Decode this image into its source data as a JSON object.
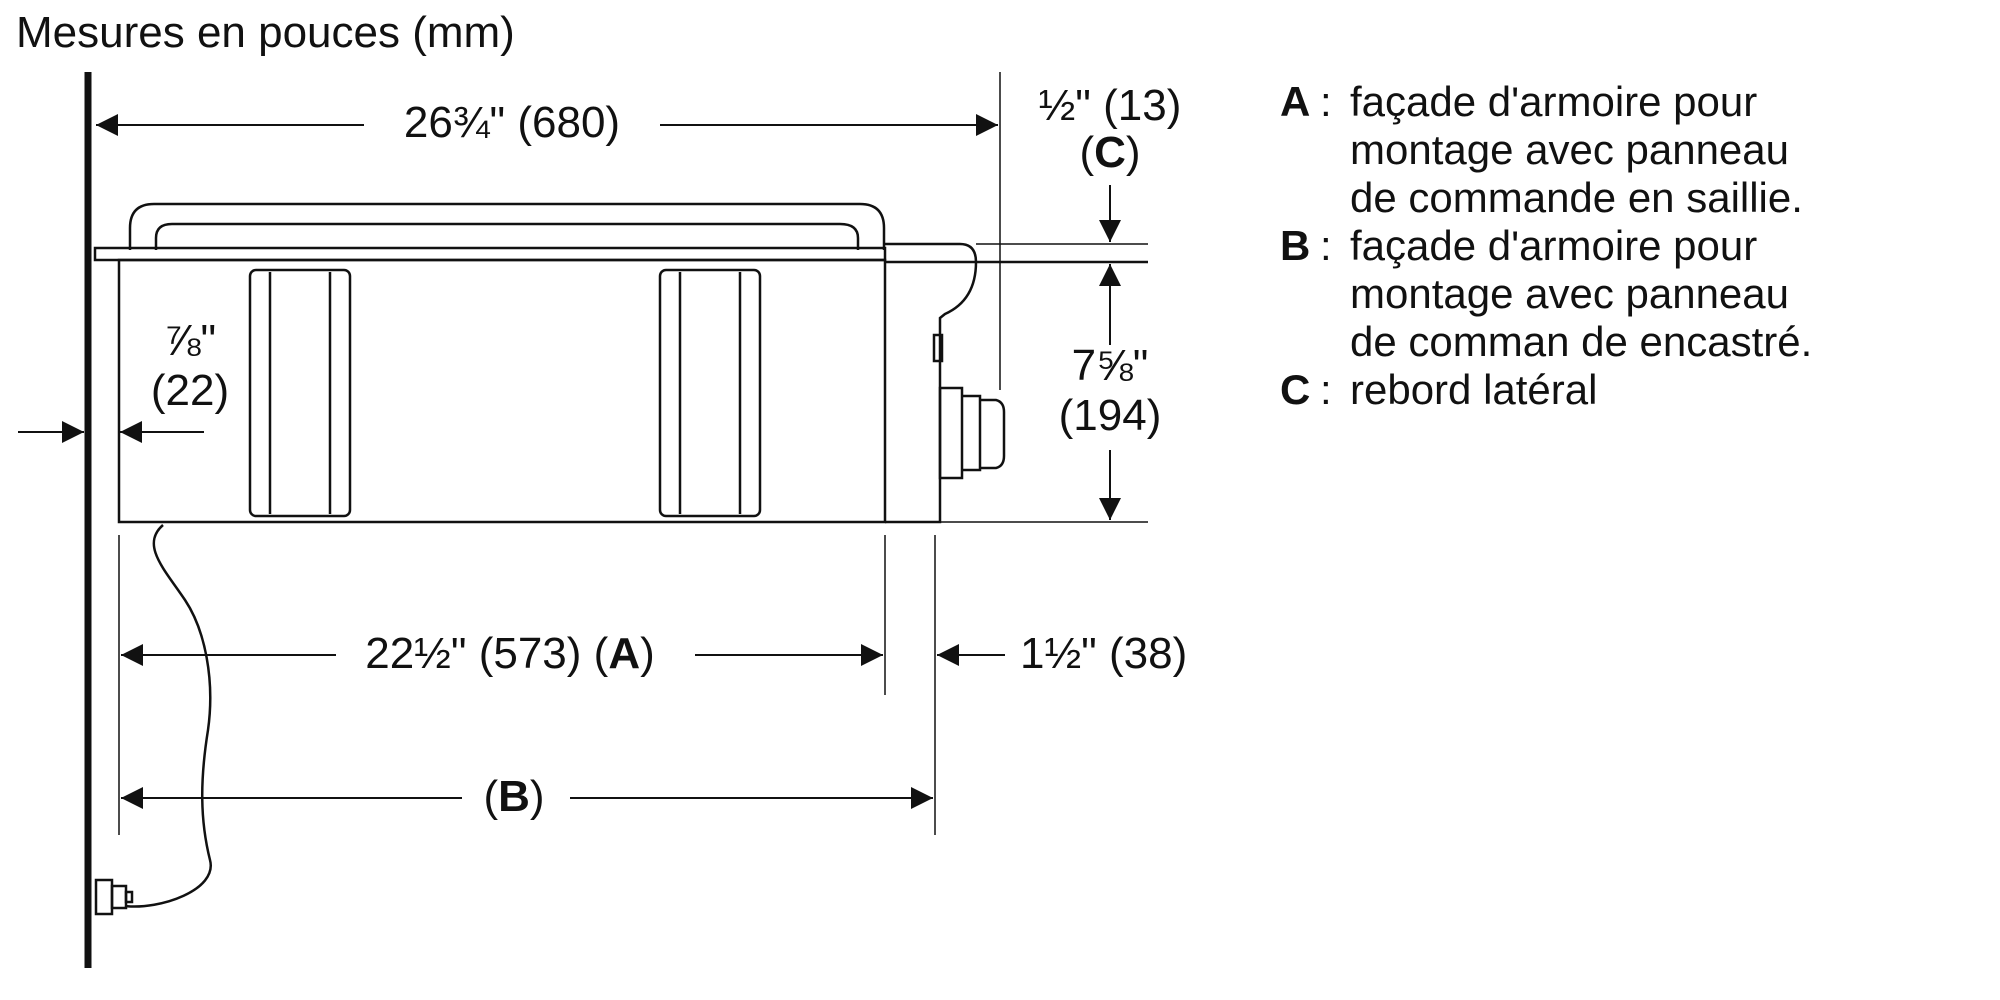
{
  "title": "Mesures en pouces (mm)",
  "dimensions": {
    "overall_width": "26¾\" (680)",
    "flange_top": "½\" (13)",
    "flange_label_open": "(",
    "flange_label_key": "C",
    "flange_label_close": ")",
    "height_frac": "7⅝\"",
    "height_mm": "(194)",
    "left_offset_frac": "⅞\"",
    "left_offset_mm": "(22)",
    "cutout_a_value": "22½\" (573) (",
    "cutout_a_key": "A",
    "cutout_a_close": ")",
    "side_offset": "1½\" (38)",
    "cutout_b_open": "(",
    "cutout_b_key": "B",
    "cutout_b_close": ")"
  },
  "legend": [
    {
      "key": "A",
      "sep": ":",
      "lines": [
        "façade d'armoire pour",
        "montage avec panneau",
        "de commande en saillie."
      ]
    },
    {
      "key": "B",
      "sep": ":",
      "lines": [
        "façade d'armoire pour",
        "montage avec panneau",
        "de comman de encastré."
      ]
    },
    {
      "key": "C",
      "sep": ":",
      "lines": [
        "rebord latéral"
      ]
    }
  ]
}
